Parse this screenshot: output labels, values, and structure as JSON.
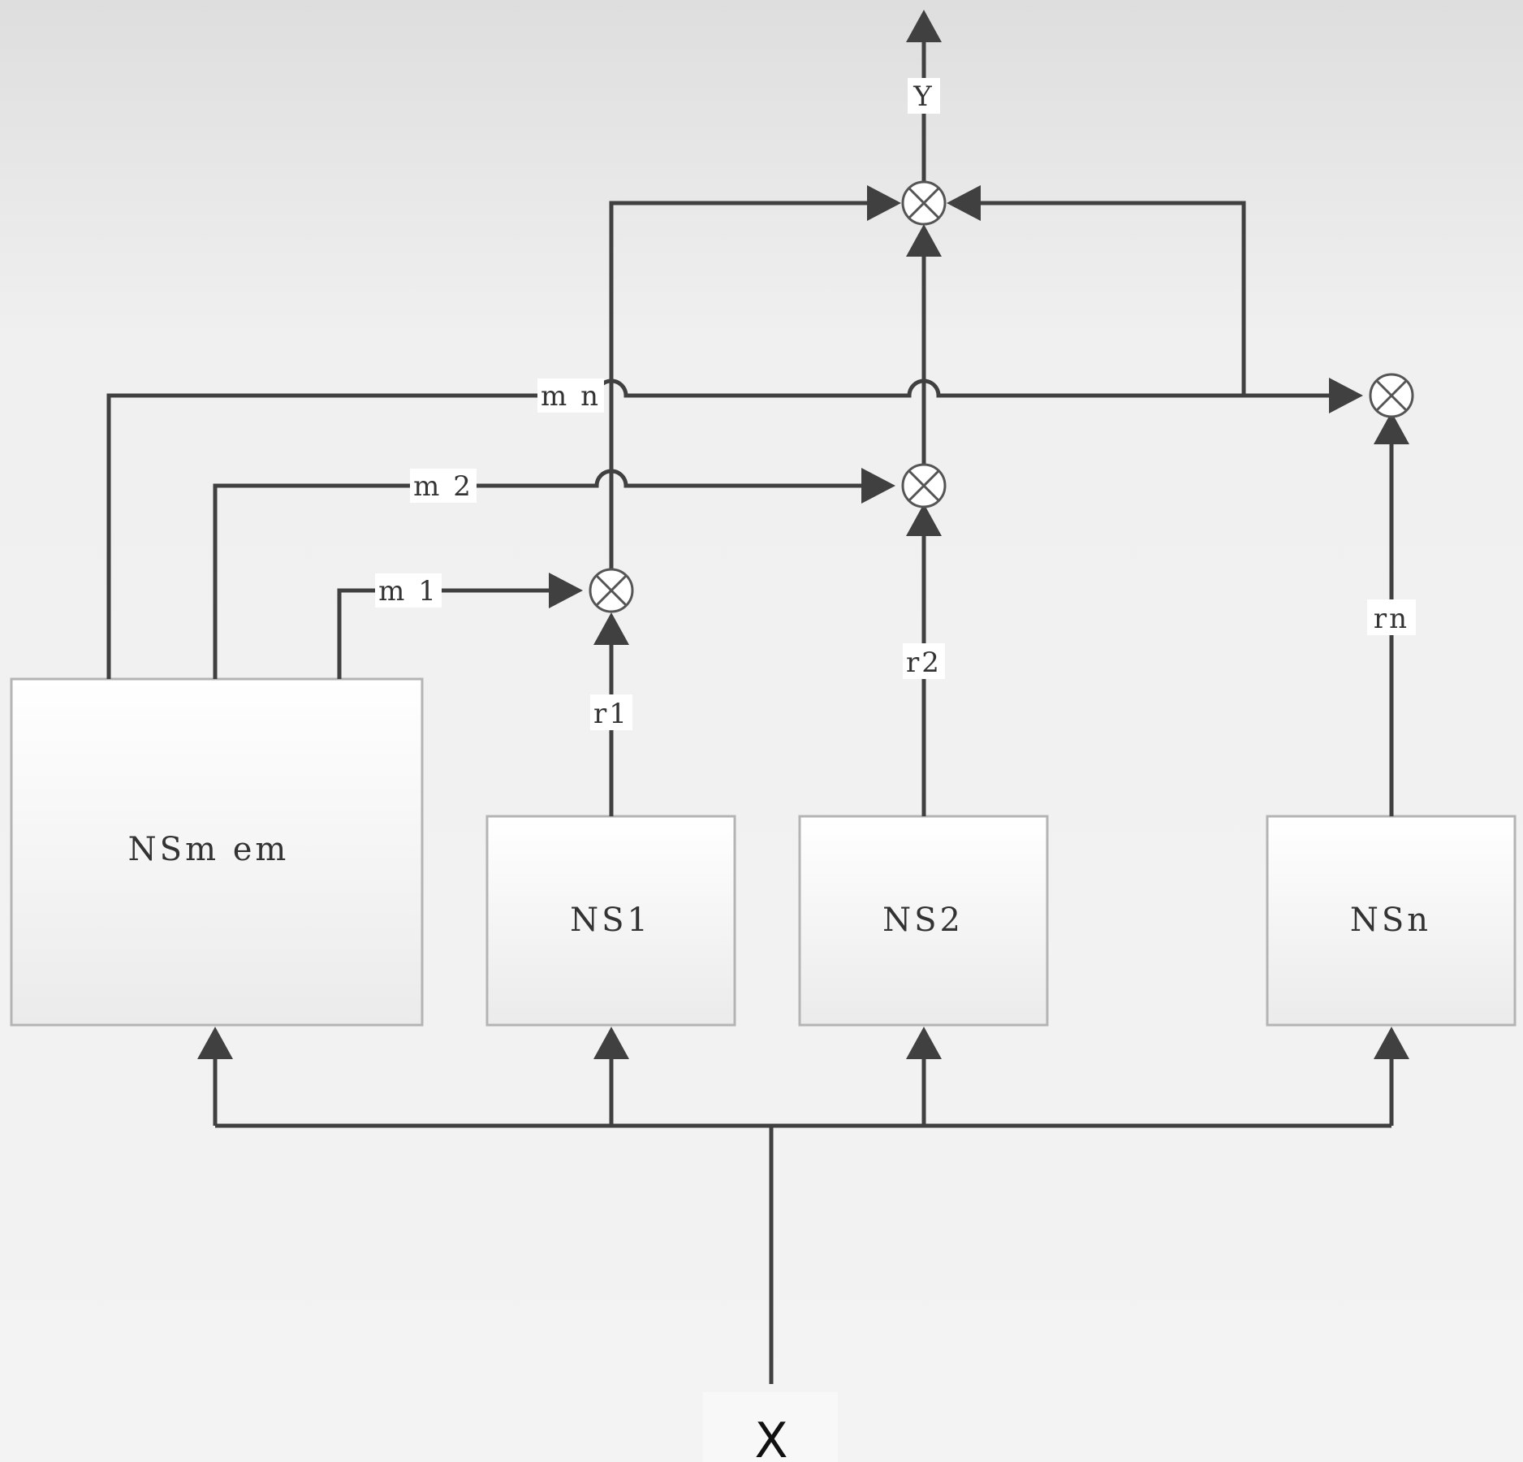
{
  "nodes": {
    "memory": "NSm em",
    "ns1": "NS1",
    "ns2": "NS2",
    "nsn": "NSn"
  },
  "signals": {
    "m1": "m 1",
    "m2": "m 2",
    "mn": "m n",
    "r1": "r1",
    "r2": "r2",
    "rn": "rn",
    "input": "X",
    "output": "Y"
  },
  "colors": {
    "line": "#404040",
    "box_border": "#b4b4b4",
    "box_fill_top": "#ffffff",
    "box_fill_bottom": "#ececec",
    "background": "#f0f0f0"
  }
}
